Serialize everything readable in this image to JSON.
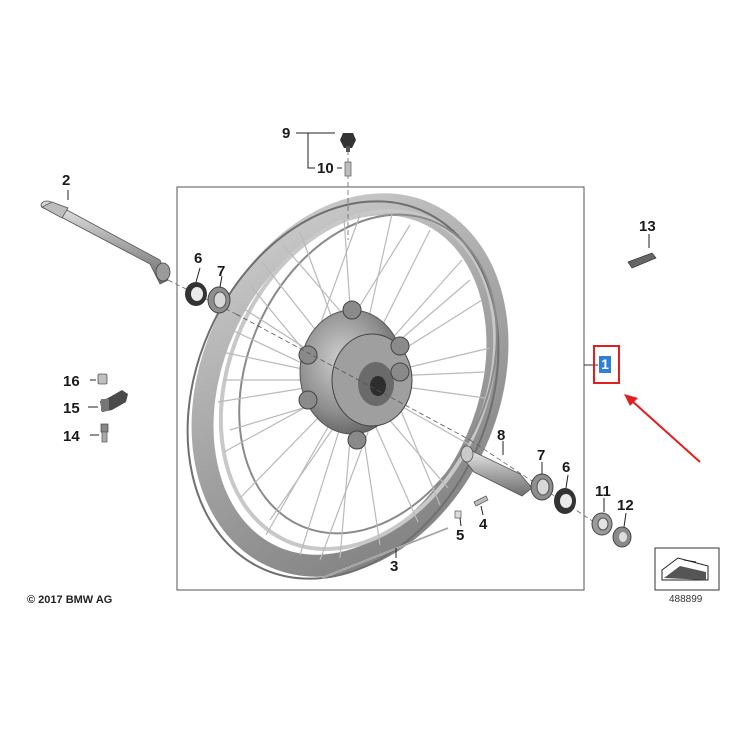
{
  "copyright": "© 2017 BMW AG",
  "diagram_ref": "488899",
  "callouts": {
    "c1": "1",
    "c2": "2",
    "c3": "3",
    "c4": "4",
    "c5": "5",
    "c6a": "6",
    "c6b": "6",
    "c7a": "7",
    "c7b": "7",
    "c8": "8",
    "c9": "9",
    "c10": "10",
    "c11": "11",
    "c12": "12",
    "c13": "13",
    "c14": "14",
    "c15": "15",
    "c16": "16"
  },
  "colors": {
    "highlight_box": "#e02020",
    "highlight_fill": "#2f7fd8",
    "arrow": "#e02020",
    "part_gray": "#9a9a9a",
    "frame": "#555555"
  },
  "icons": {
    "wheel": "spoked-wheel-icon",
    "view_indicator": "view-direction-icon"
  }
}
